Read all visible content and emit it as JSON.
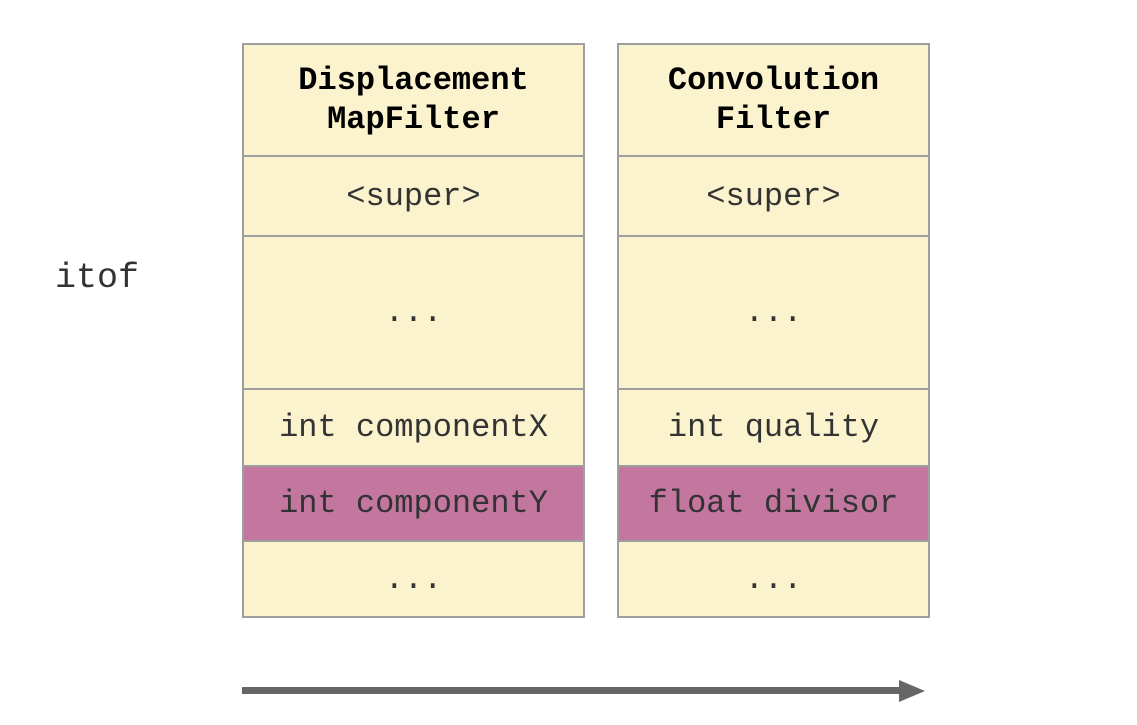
{
  "diagram": {
    "side_label": "itof",
    "colors": {
      "cell_fill": "#FAF3CD",
      "highlight_fill": "#C3779E",
      "table_border": "#9E9E9E",
      "arrow": "#666666",
      "header_text": "#000000",
      "row_text": "#333333",
      "background": "#FFFFFF"
    },
    "tables": [
      {
        "name": "DisplacementMapFilter",
        "title_lines": [
          "Displacement",
          "MapFilter"
        ],
        "rows": [
          {
            "text": "<super>",
            "highlighted": false
          },
          {
            "text": "...",
            "highlighted": false
          },
          {
            "text": "int componentX",
            "highlighted": false
          },
          {
            "text": "int componentY",
            "highlighted": true
          },
          {
            "text": "...",
            "highlighted": false
          }
        ]
      },
      {
        "name": "ConvolutionFilter",
        "title_lines": [
          "Convolution",
          "Filter"
        ],
        "rows": [
          {
            "text": "<super>",
            "highlighted": false
          },
          {
            "text": "...",
            "highlighted": false
          },
          {
            "text": "int quality",
            "highlighted": false
          },
          {
            "text": "float divisor",
            "highlighted": true
          },
          {
            "text": "...",
            "highlighted": false
          }
        ]
      }
    ],
    "arrow": {
      "direction": "right"
    }
  }
}
